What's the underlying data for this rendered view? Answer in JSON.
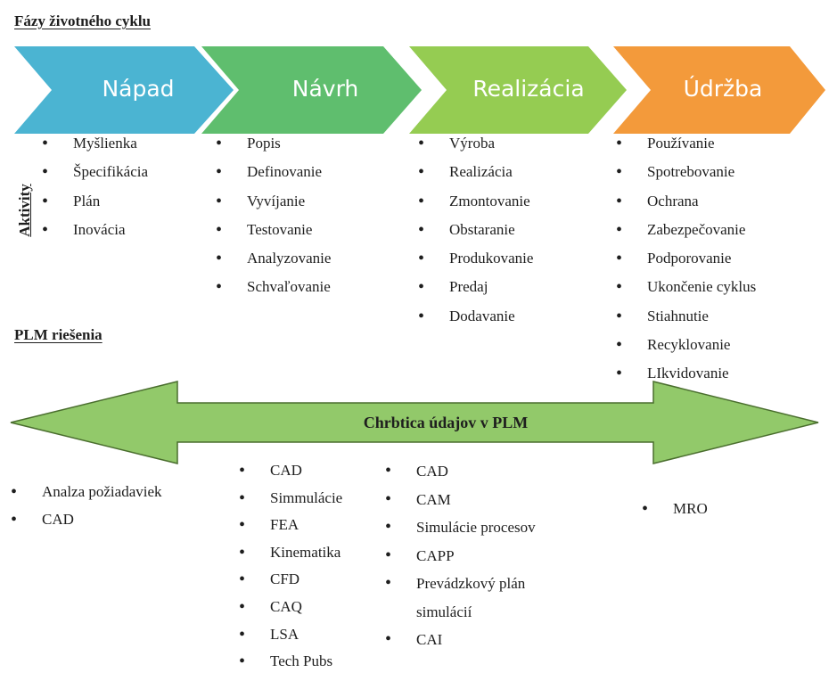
{
  "headings": {
    "phases": "Fázy životného cyklu",
    "activities": "Aktivity",
    "plm_solutions": "PLM riešenia"
  },
  "colors": {
    "napad": "#4BB4D2",
    "navrh": "#5FBE6E",
    "realizacia": "#95CC52",
    "udrzba": "#F39A3B",
    "spine_arrow": "#92C96A"
  },
  "phases": [
    {
      "label": "Nápad",
      "activities": [
        "Myšlienka",
        "Špecifikácia",
        "Plán",
        "Inovácia"
      ]
    },
    {
      "label": "Návrh",
      "activities": [
        "Popis",
        "Definovanie",
        "Vyvíjanie",
        "Testovanie",
        "Analyzovanie",
        "Schvaľovanie"
      ]
    },
    {
      "label": "Realizácia",
      "activities": [
        "Výroba",
        "Realizácia",
        "Zmontovanie",
        "Obstaranie",
        "Produkovanie",
        "Predaj",
        "Dodavanie"
      ]
    },
    {
      "label": "Údržba",
      "activities": [
        "Používanie",
        "Spotrebovanie",
        "Ochrana",
        "Zabezpečovanie",
        "Podporovanie",
        "Ukončenie cyklus",
        "Stiahnutie",
        "Recyklovanie",
        "LIkvidovanie"
      ]
    }
  ],
  "spine": {
    "label": "Chrbtica údajov v PLM"
  },
  "solutions": {
    "group1": [
      "Analza požiadaviek",
      "CAD"
    ],
    "group2": [
      "CAD",
      "Simmulácie",
      "FEA",
      "Kinematika",
      "CFD",
      "CAQ",
      "LSA",
      "Tech Pubs"
    ],
    "group3": [
      "CAD",
      "CAM",
      "Simulácie procesov",
      "CAPP",
      "Prevádzkový plán",
      "simulácií",
      "CAI"
    ],
    "group4": [
      "MRO"
    ]
  }
}
